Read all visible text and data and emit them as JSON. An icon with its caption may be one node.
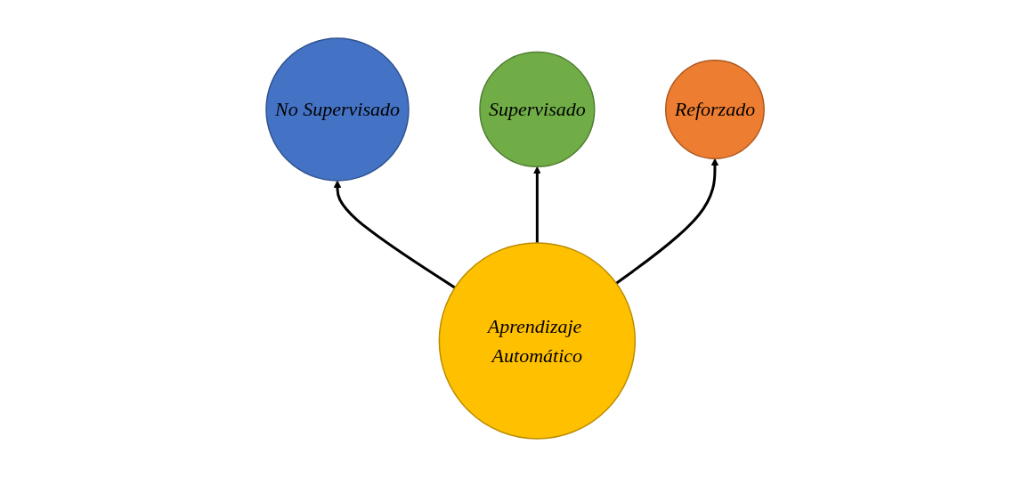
{
  "diagram": {
    "nodes": [
      {
        "text": [
          "Supervisado"
        ]
      },
      {
        "text": [
          "No Supervisado"
        ]
      },
      {
        "text": [
          "Aprendizaje Automático"
        ]
      },
      {
        "text": [
          "Reforzado"
        ]
      }
    ],
    "edges": [
      {
        "from": 2,
        "to": 1,
        "arrow": "to"
      },
      {
        "from": 2,
        "to": 0,
        "arrow": "to"
      },
      {
        "from": 2,
        "to": 3,
        "arrow": "to"
      }
    ]
  }
}
